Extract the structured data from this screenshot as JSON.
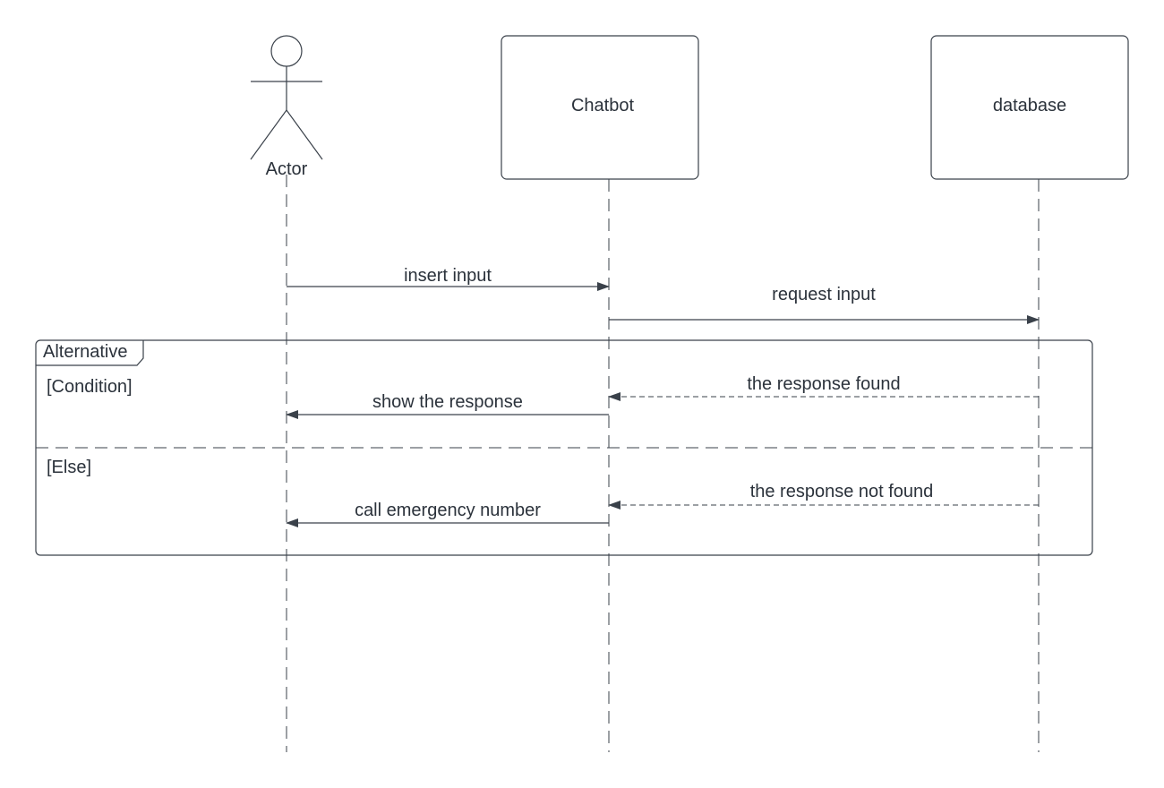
{
  "diagram": {
    "type": "uml-sequence",
    "colors": {
      "stroke": "#3a414a",
      "text": "#2b323b",
      "background": "#ffffff"
    },
    "participants": [
      {
        "id": "actor",
        "kind": "actor",
        "label": "Actor"
      },
      {
        "id": "chatbot",
        "kind": "box",
        "label": "Chatbot"
      },
      {
        "id": "database",
        "kind": "box",
        "label": "database"
      }
    ],
    "messages": [
      {
        "from": "actor",
        "to": "chatbot",
        "label": "insert input",
        "style": "solid"
      },
      {
        "from": "chatbot",
        "to": "database",
        "label": "request input",
        "style": "solid"
      },
      {
        "from": "database",
        "to": "chatbot",
        "label": "the response found",
        "style": "dashed"
      },
      {
        "from": "chatbot",
        "to": "actor",
        "label": "show the response",
        "style": "solid"
      },
      {
        "from": "database",
        "to": "chatbot",
        "label": "the response not found",
        "style": "dashed"
      },
      {
        "from": "chatbot",
        "to": "actor",
        "label": "call emergency number",
        "style": "solid"
      }
    ],
    "fragment": {
      "operator": "Alternative",
      "operands": [
        {
          "guard": "[Condition]"
        },
        {
          "guard": "[Else]"
        }
      ]
    }
  }
}
